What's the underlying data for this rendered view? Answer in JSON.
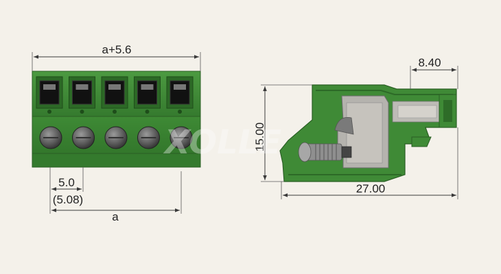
{
  "front_view": {
    "dim_overall": "a+5.6",
    "dim_pitch": "5.0",
    "dim_pitch_alt": "(5.08)",
    "dim_span": "a",
    "pole_count": 5
  },
  "side_view": {
    "dim_height": "15.00",
    "dim_depth": "27.00",
    "dim_socket": "8.40"
  },
  "watermark": "XOLLE",
  "colors": {
    "housing_green": "#3f8a36",
    "housing_dark": "#2d6a27",
    "metal": "#a9a9a9",
    "background": "#f4f1ea"
  }
}
